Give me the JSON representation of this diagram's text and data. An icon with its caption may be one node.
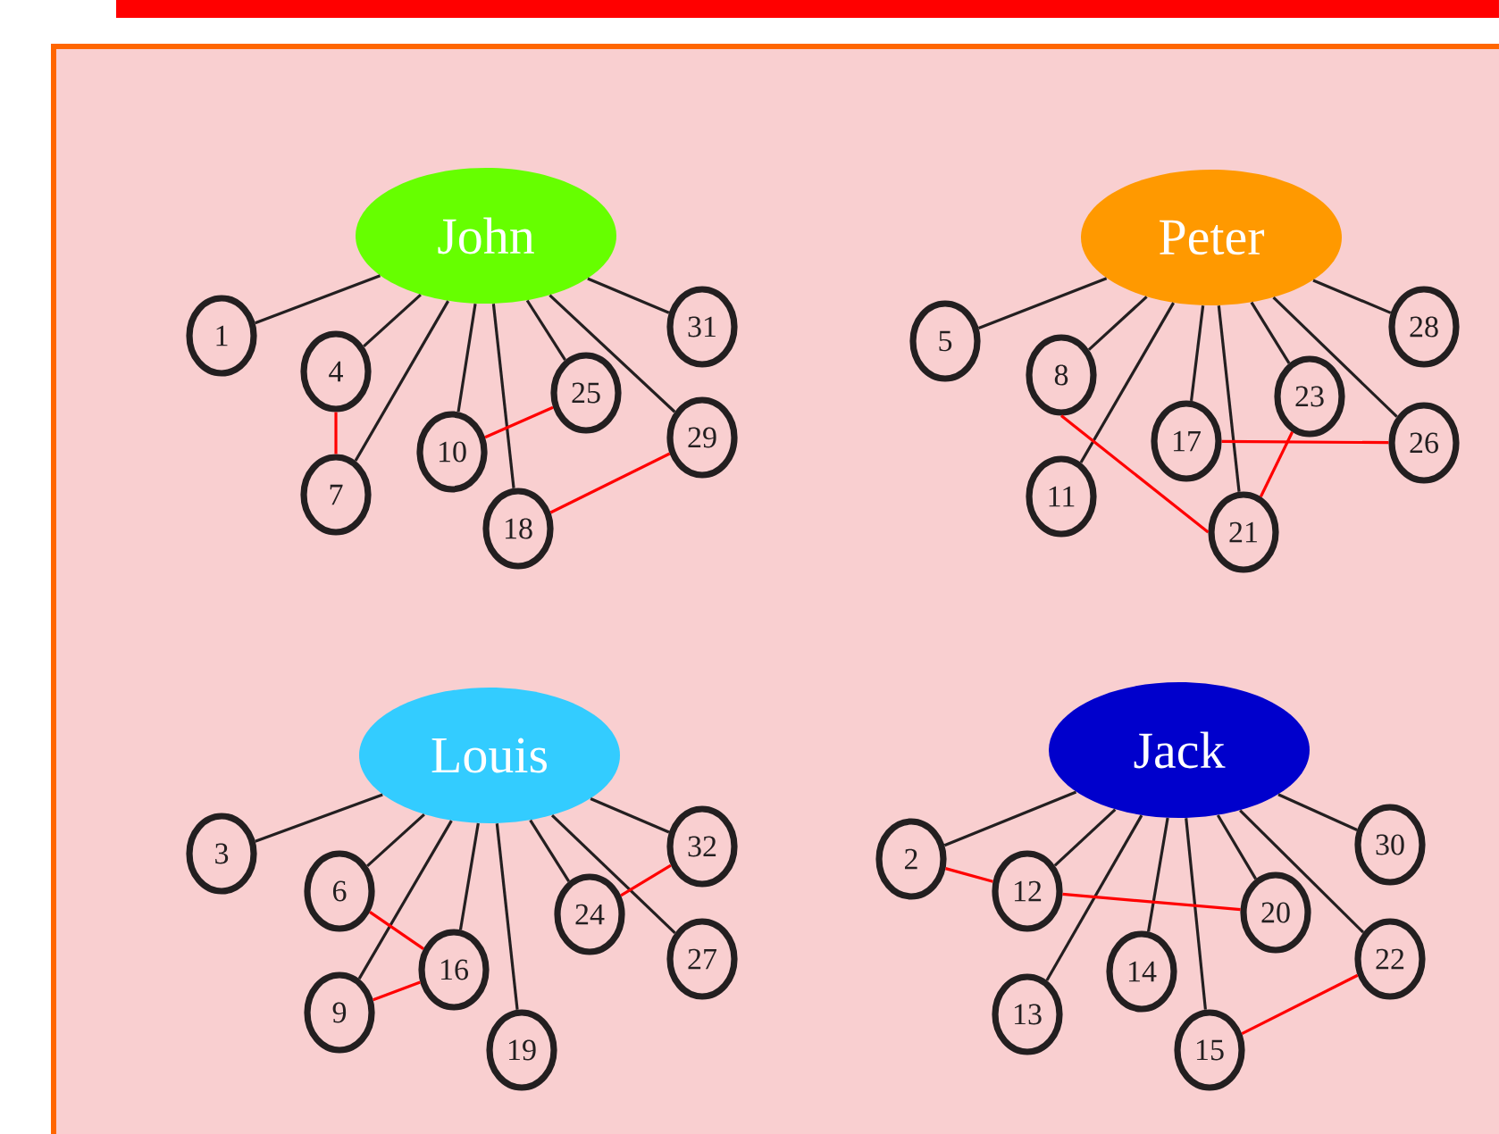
{
  "diagram": {
    "nodes": [
      {
        "text": [
          "John"
        ]
      },
      {
        "text": [
          "1"
        ]
      },
      {
        "text": [
          "4"
        ]
      },
      {
        "text": [
          "7"
        ]
      },
      {
        "text": [
          "10"
        ]
      },
      {
        "text": [
          "18"
        ]
      },
      {
        "text": [
          "25"
        ]
      },
      {
        "text": [
          "29"
        ]
      },
      {
        "text": [
          "31"
        ]
      },
      {
        "text": [
          "Peter"
        ]
      },
      {
        "text": [
          "5"
        ]
      },
      {
        "text": [
          "8"
        ]
      },
      {
        "text": [
          "11"
        ]
      },
      {
        "text": [
          "17"
        ]
      },
      {
        "text": [
          "21"
        ]
      },
      {
        "text": [
          "23"
        ]
      },
      {
        "text": [
          "26"
        ]
      },
      {
        "text": [
          "28"
        ]
      },
      {
        "text": [
          "Louis"
        ]
      },
      {
        "text": [
          "3"
        ]
      },
      {
        "text": [
          "6"
        ]
      },
      {
        "text": [
          "9"
        ]
      },
      {
        "text": [
          "16"
        ]
      },
      {
        "text": [
          "19"
        ]
      },
      {
        "text": [
          "24"
        ]
      },
      {
        "text": [
          "27"
        ]
      },
      {
        "text": [
          "32"
        ]
      },
      {
        "text": [
          "Jack"
        ]
      },
      {
        "text": [
          "2"
        ]
      },
      {
        "text": [
          "12"
        ]
      },
      {
        "text": [
          "13"
        ]
      },
      {
        "text": [
          "14"
        ]
      },
      {
        "text": [
          "15"
        ]
      },
      {
        "text": [
          "20"
        ]
      },
      {
        "text": [
          "22"
        ]
      },
      {
        "text": [
          "30"
        ]
      }
    ],
    "edges": [
      {
        "from": 0,
        "to": 1,
        "arrow": "none"
      },
      {
        "from": 0,
        "to": 2,
        "arrow": "none"
      },
      {
        "from": 0,
        "to": 3,
        "arrow": "none"
      },
      {
        "from": 0,
        "to": 4,
        "arrow": "none"
      },
      {
        "from": 0,
        "to": 5,
        "arrow": "none"
      },
      {
        "from": 0,
        "to": 6,
        "arrow": "none"
      },
      {
        "from": 0,
        "to": 7,
        "arrow": "none"
      },
      {
        "from": 0,
        "to": 8,
        "arrow": "none"
      },
      {
        "from": 2,
        "to": 3,
        "arrow": "none",
        "color": "#ff0000"
      },
      {
        "from": 4,
        "to": 6,
        "arrow": "none",
        "color": "#ff0000"
      },
      {
        "from": 5,
        "to": 7,
        "arrow": "none",
        "color": "#ff0000"
      },
      {
        "from": 9,
        "to": 10,
        "arrow": "none"
      },
      {
        "from": 9,
        "to": 11,
        "arrow": "none"
      },
      {
        "from": 9,
        "to": 12,
        "arrow": "none"
      },
      {
        "from": 9,
        "to": 13,
        "arrow": "none"
      },
      {
        "from": 9,
        "to": 14,
        "arrow": "none"
      },
      {
        "from": 9,
        "to": 15,
        "arrow": "none"
      },
      {
        "from": 9,
        "to": 16,
        "arrow": "none"
      },
      {
        "from": 9,
        "to": 17,
        "arrow": "none"
      },
      {
        "from": 11,
        "to": 14,
        "arrow": "none",
        "color": "#ff0000"
      },
      {
        "from": 13,
        "to": 16,
        "arrow": "none",
        "color": "#ff0000"
      },
      {
        "from": 15,
        "to": 14,
        "arrow": "none",
        "color": "#ff0000"
      },
      {
        "from": 18,
        "to": 19,
        "arrow": "none"
      },
      {
        "from": 18,
        "to": 20,
        "arrow": "none"
      },
      {
        "from": 18,
        "to": 21,
        "arrow": "none"
      },
      {
        "from": 18,
        "to": 22,
        "arrow": "none"
      },
      {
        "from": 18,
        "to": 23,
        "arrow": "none"
      },
      {
        "from": 18,
        "to": 24,
        "arrow": "none"
      },
      {
        "from": 18,
        "to": 25,
        "arrow": "none"
      },
      {
        "from": 18,
        "to": 26,
        "arrow": "none"
      },
      {
        "from": 20,
        "to": 22,
        "arrow": "none",
        "color": "#ff0000"
      },
      {
        "from": 21,
        "to": 22,
        "arrow": "none",
        "color": "#ff0000"
      },
      {
        "from": 24,
        "to": 26,
        "arrow": "none",
        "color": "#ff0000"
      },
      {
        "from": 27,
        "to": 28,
        "arrow": "none"
      },
      {
        "from": 27,
        "to": 29,
        "arrow": "none"
      },
      {
        "from": 27,
        "to": 30,
        "arrow": "none"
      },
      {
        "from": 27,
        "to": 31,
        "arrow": "none"
      },
      {
        "from": 27,
        "to": 32,
        "arrow": "none"
      },
      {
        "from": 27,
        "to": 33,
        "arrow": "none"
      },
      {
        "from": 27,
        "to": 34,
        "arrow": "none"
      },
      {
        "from": 27,
        "to": 35,
        "arrow": "none"
      },
      {
        "from": 28,
        "to": 29,
        "arrow": "none",
        "color": "#ff0000"
      },
      {
        "from": 29,
        "to": 33,
        "arrow": "none",
        "color": "#ff0000"
      },
      {
        "from": 32,
        "to": 34,
        "arrow": "none",
        "color": "#ff0000"
      }
    ]
  }
}
